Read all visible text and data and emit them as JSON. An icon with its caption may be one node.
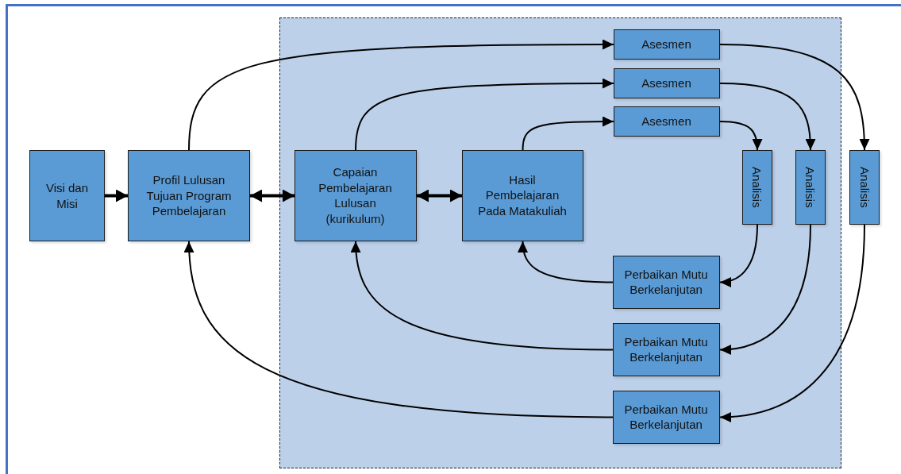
{
  "diagram": {
    "nodes": [
      {
        "text": [],
        "shape": "box"
      },
      {
        "text": [
          "Visi dan Misi"
        ]
      },
      {
        "text": [
          "Profil Lulusan Tujuan Program Pembelajaran"
        ]
      },
      {
        "text": [
          "Capaian Pembelajaran Lulusan (kurikulum)"
        ],
        "in": 0
      },
      {
        "text": [
          "Hasil Pembelajaran Pada Matakuliah"
        ],
        "in": 0
      },
      {
        "text": [
          "Asesmen"
        ],
        "in": 0
      },
      {
        "text": [
          "Asesmen"
        ],
        "in": 0
      },
      {
        "text": [
          "Asesmen"
        ],
        "in": 0
      },
      {
        "text": [
          "Analisis"
        ],
        "in": 0
      },
      {
        "text": [
          "Analisis"
        ],
        "in": 0
      },
      {
        "text": [
          "Analisis"
        ]
      },
      {
        "text": [
          "Perbaikan Mutu Berkelanjutan"
        ],
        "in": 0
      },
      {
        "text": [
          "Perbaikan Mutu Berkelanjutan"
        ],
        "in": 0
      },
      {
        "text": [
          "Perbaikan Mutu Berkelanjutan"
        ],
        "in": 0
      }
    ],
    "edges": [
      {
        "from": 1,
        "to": 2,
        "arrow": "to",
        "style": "thick"
      },
      {
        "from": 2,
        "to": 3,
        "arrow": "both",
        "style": "thick"
      },
      {
        "from": 3,
        "to": 4,
        "arrow": "both",
        "style": "thick"
      },
      {
        "from": 2,
        "to": 5,
        "arrow": "to"
      },
      {
        "from": 3,
        "to": 6,
        "arrow": "to"
      },
      {
        "from": 4,
        "to": 7,
        "arrow": "to"
      },
      {
        "from": 5,
        "to": 10,
        "arrow": "to"
      },
      {
        "from": 6,
        "to": 9,
        "arrow": "to"
      },
      {
        "from": 7,
        "to": 8,
        "arrow": "to"
      },
      {
        "from": 8,
        "to": 11,
        "arrow": "to"
      },
      {
        "from": 9,
        "to": 12,
        "arrow": "to"
      },
      {
        "from": 10,
        "to": 13,
        "arrow": "to"
      },
      {
        "from": 11,
        "to": 4,
        "arrow": "to"
      },
      {
        "from": 12,
        "to": 3,
        "arrow": "to"
      },
      {
        "from": 13,
        "to": 2,
        "arrow": "to"
      }
    ]
  }
}
